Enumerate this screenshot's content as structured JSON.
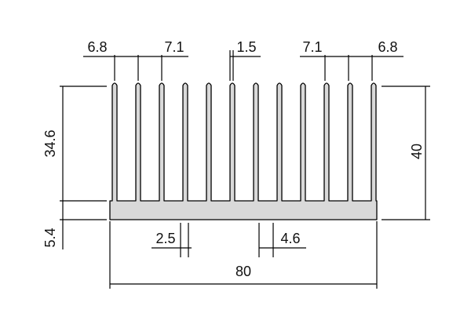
{
  "colors": {
    "profile_fill": "#d9d9d9",
    "outline": "#000000",
    "background": "#ffffff"
  },
  "dimensions": {
    "top_left_pitch": "6.8",
    "top_left_spacing": "7.1",
    "top_fin_thickness": "1.5",
    "top_right_spacing": "7.1",
    "top_right_pitch": "6.8",
    "fin_height": "34.6",
    "base_thickness": "5.4",
    "total_height": "40",
    "fin_root_gap": "2.5",
    "fin_base_pitch": "4.6",
    "total_width": "80"
  }
}
